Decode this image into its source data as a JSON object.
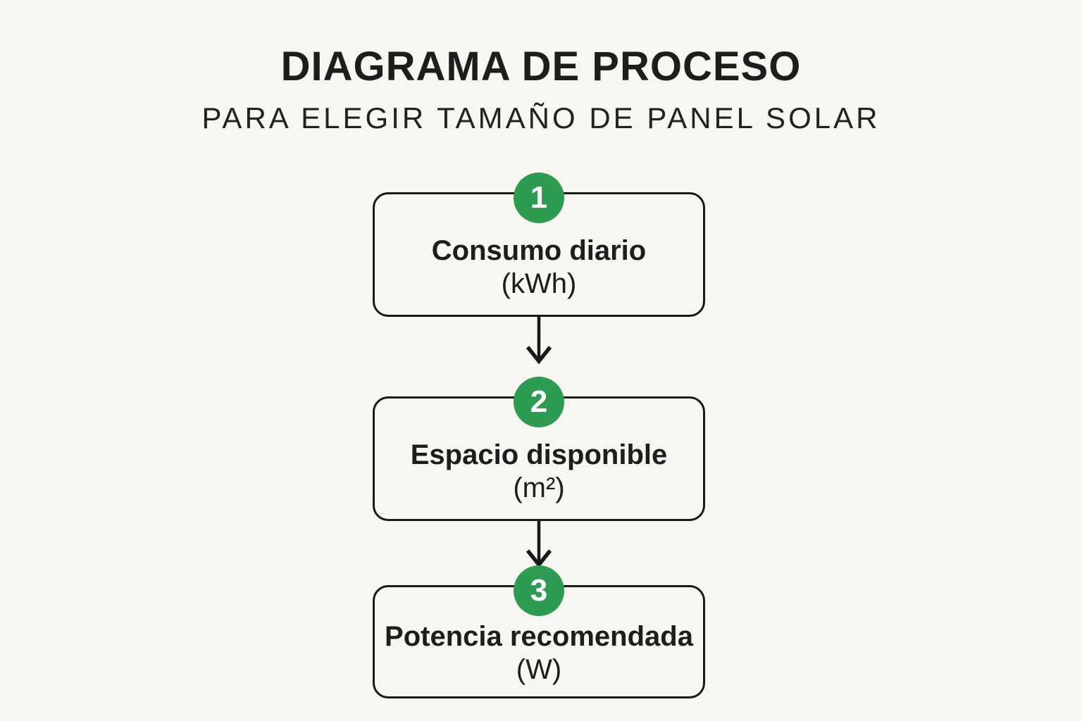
{
  "title": "DIAGRAMA DE PROCESO",
  "subtitle": "PARA ELEGIR TAMAÑO DE PANEL SOLAR",
  "colors": {
    "background": "#f8f6f1",
    "box_border": "#191919",
    "text": "#1d1d1d",
    "step_circle": "#2e9b52",
    "step_number": "#ffffff"
  },
  "steps": [
    {
      "number": "1",
      "label": "Consumo diario",
      "unit": "(kWh)"
    },
    {
      "number": "2",
      "label": "Espacio disponible",
      "unit": "(m²)"
    },
    {
      "number": "3",
      "label": "Potencia recomendada",
      "unit": "(W)"
    }
  ],
  "connectors": [
    {
      "icon": "down-arrow"
    },
    {
      "icon": "down-arrow"
    }
  ]
}
